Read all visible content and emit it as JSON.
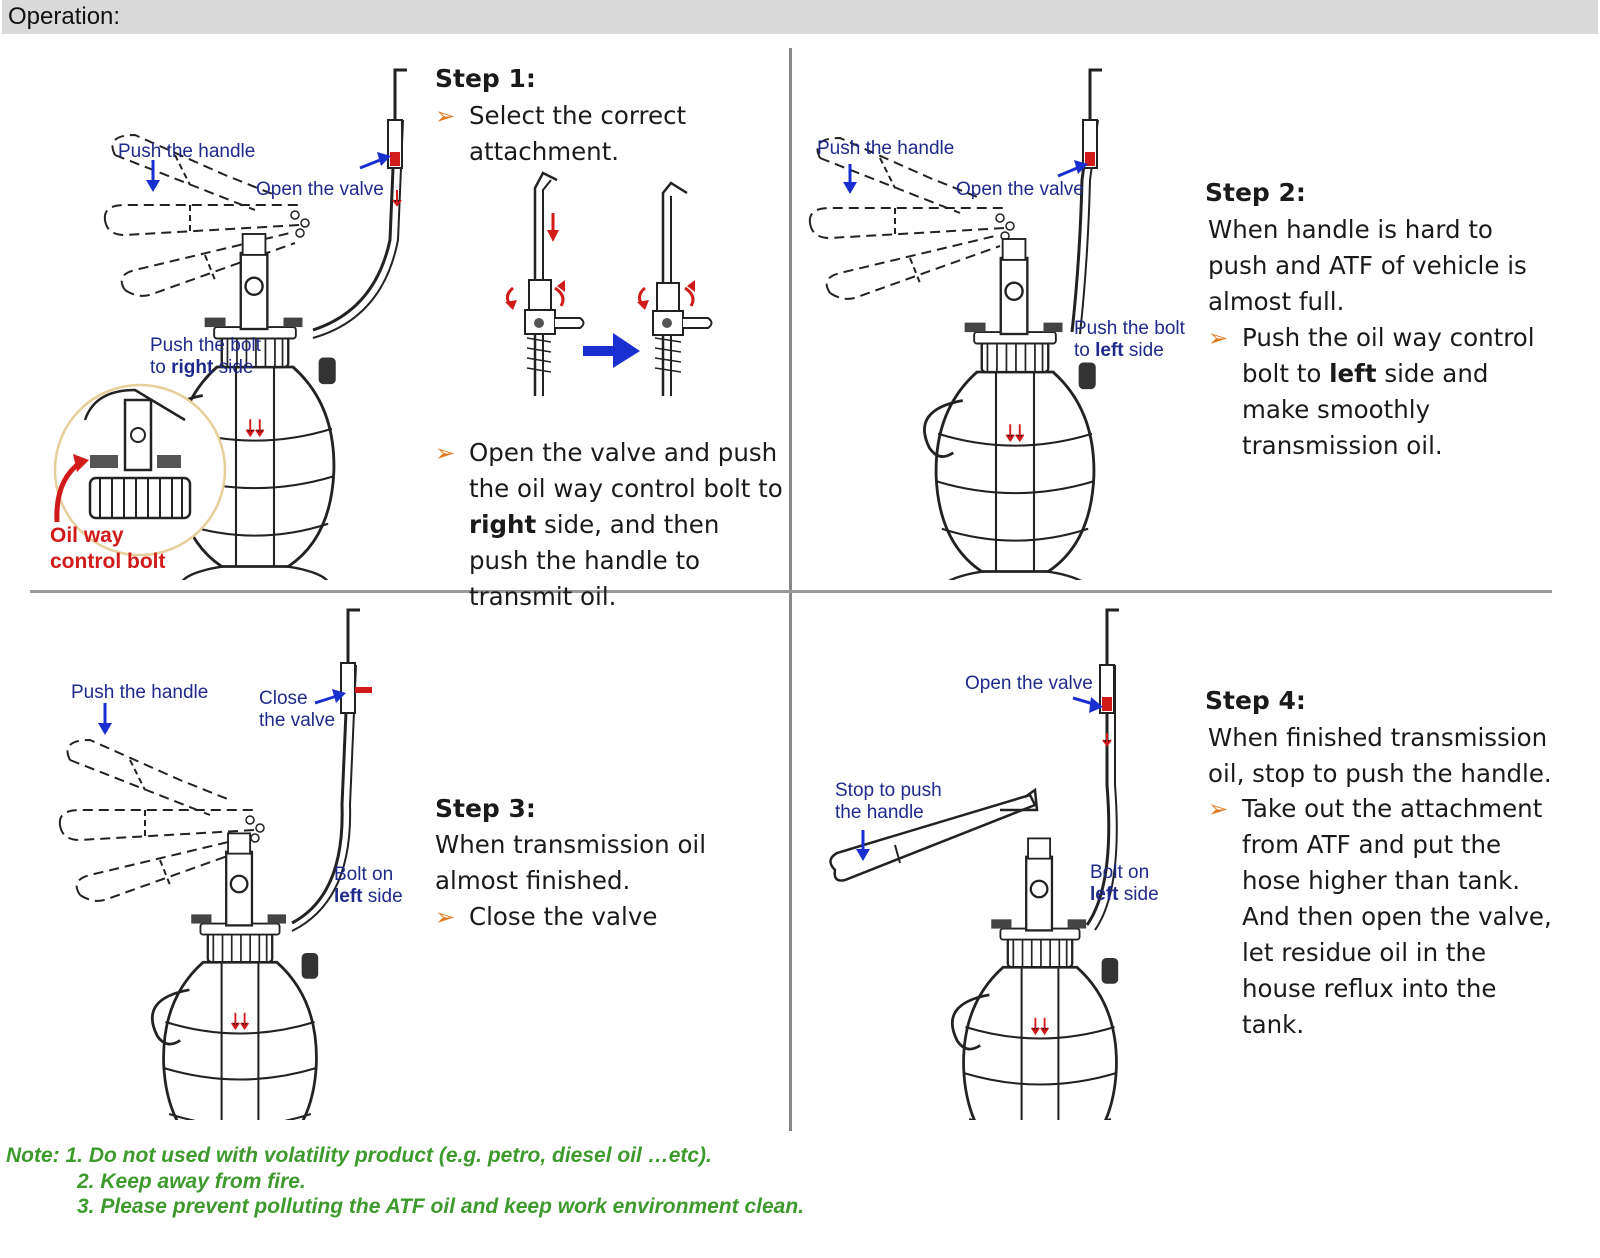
{
  "header": {
    "title": "Operation:"
  },
  "step1": {
    "title": "Step 1:",
    "bullet1": "Select the correct attachment.",
    "bullet2_pre": "Open the valve and push the oil way control bolt to ",
    "bullet2_bold": "right",
    "bullet2_post": " side, and then push the handle to transmit oil.",
    "labels": {
      "push_handle": "Push the handle",
      "open_valve": "Open the valve",
      "push_bolt": "Push the bolt",
      "to": "to ",
      "right": "right",
      "side": " side",
      "oil_way_control_bolt_1": "Oil way",
      "oil_way_control_bolt_2": "control bolt"
    }
  },
  "step2": {
    "title": "Step 2:",
    "text": "When handle is hard to push and ATF of vehicle is almost full.",
    "bullet_pre": "Push the oil way control bolt to ",
    "bullet_bold": "left",
    "bullet_post": " side and make smoothly transmission oil.",
    "labels": {
      "push_handle": "Push the handle",
      "open_valve": "Open the valve",
      "push_bolt": "Push the bolt",
      "to": "to ",
      "left": "left",
      "side": " side"
    }
  },
  "step3": {
    "title": "Step 3:",
    "text": "When transmission oil almost finished.",
    "bullet": "Close the valve",
    "labels": {
      "push_handle": "Push the handle",
      "close": "Close",
      "the_valve": "the valve",
      "bolt_on": "Bolt on",
      "left": "left",
      "side": " side"
    }
  },
  "step4": {
    "title": "Step 4:",
    "text": "When finished transmission oil, stop to push the handle.",
    "bullet": "Take out the attachment from ATF and put the hose higher than tank. And then open the valve, let residue oil in the house reflux into the tank.",
    "labels": {
      "open_valve": "Open the valve",
      "stop_push_1": "Stop to push",
      "stop_push_2": "the handle",
      "bolt_on": "Bolt on",
      "left": "left",
      "side": " side"
    }
  },
  "notes": {
    "line1": "Note: 1. Do not used with volatility product (e.g. petro, diesel oil …etc).",
    "line2": "2. Keep away from fire.",
    "line3": "3. Please prevent polluting the ATF oil and keep work environment clean."
  },
  "colors": {
    "label_blue": "#1f2a8c",
    "arrow_blue": "#1a2fd0",
    "red": "#d11a1a",
    "orange": "#e07a1f",
    "note_green": "#3f9a2e",
    "header_gray": "#d9d9d9"
  },
  "icons": [
    "chevron-right-icon",
    "arrow-down-icon",
    "arrow-right-icon",
    "rotate-arrows-icon"
  ]
}
